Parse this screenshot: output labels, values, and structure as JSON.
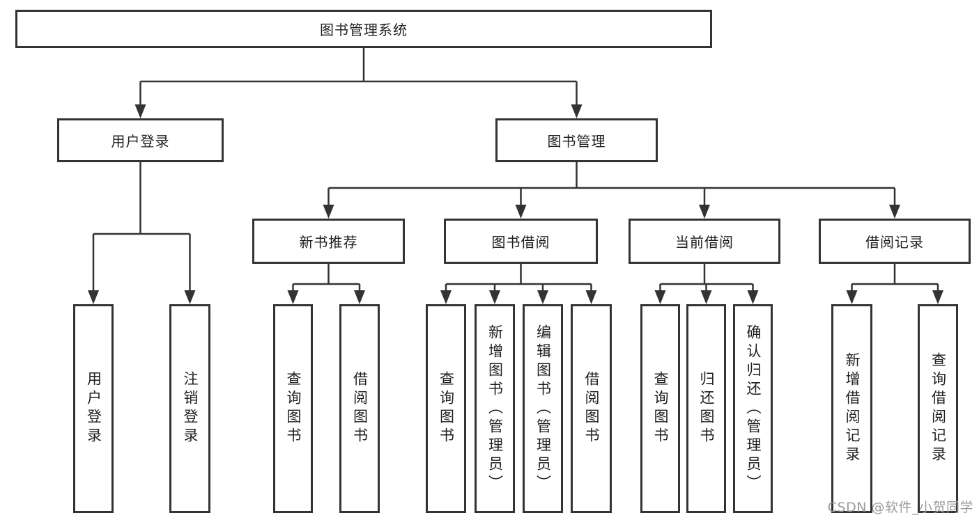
{
  "diagram": {
    "line_color": "#333333",
    "box_border_color": "#333333",
    "text_color": "#1f1f1f",
    "background_color": "#ffffff",
    "root": {
      "id": "root",
      "label": "图书管理系统"
    },
    "branches": [
      {
        "id": "user-login",
        "label": "用户登录",
        "children": [
          {
            "id": "leaf-user-login",
            "label": "用户登录"
          },
          {
            "id": "leaf-logout",
            "label": "注销登录"
          }
        ]
      },
      {
        "id": "book-mgmt",
        "label": "图书管理",
        "children": [
          {
            "id": "new-book-rec",
            "label": "新书推荐",
            "children": [
              {
                "id": "nbr-query",
                "label": "查询图书"
              },
              {
                "id": "nbr-borrow",
                "label": "借阅图书"
              }
            ]
          },
          {
            "id": "book-borrow",
            "label": "图书借阅",
            "children": [
              {
                "id": "bb-query",
                "label": "查询图书"
              },
              {
                "id": "bb-add",
                "label": "新增图书（管理员）"
              },
              {
                "id": "bb-edit",
                "label": "编辑图书（管理员）"
              },
              {
                "id": "bb-borrow",
                "label": "借阅图书"
              }
            ]
          },
          {
            "id": "current-borrow",
            "label": "当前借阅",
            "children": [
              {
                "id": "cb-query",
                "label": "查询图书"
              },
              {
                "id": "cb-return",
                "label": "归还图书"
              },
              {
                "id": "cb-confirm",
                "label": "确认归还（管理员）"
              }
            ]
          },
          {
            "id": "borrow-records",
            "label": "借阅记录",
            "children": [
              {
                "id": "br-add",
                "label": "新增借阅记录"
              },
              {
                "id": "br-query",
                "label": "查询借阅记录"
              }
            ]
          }
        ]
      }
    ]
  },
  "watermark": {
    "text": "CSDN @软件_小贺同学"
  }
}
